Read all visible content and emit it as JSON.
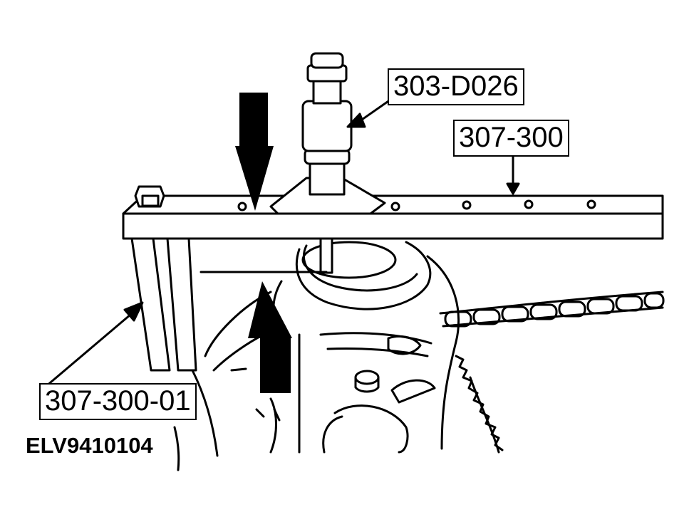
{
  "labels": {
    "tool_303_d026": "303-D026",
    "tool_307_300": "307-300",
    "tool_307_300_01": "307-300-01"
  },
  "figure_id": "ELV9410104",
  "colors": {
    "ink": "#000000",
    "paper": "#ffffff"
  },
  "icons": [
    "down-arrow-icon",
    "up-arrow-icon"
  ]
}
